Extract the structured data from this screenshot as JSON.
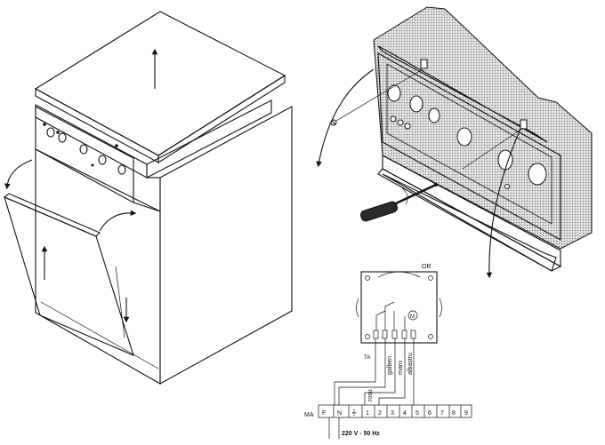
{
  "labels": {
    "or": "OR",
    "ta": "TA",
    "ma": "MA",
    "phase": "F",
    "neutral": "N",
    "earth": "⏚",
    "supply": "220 V - 50 Hz",
    "wire_yellow": "galben",
    "wire_brown": "maro",
    "wire_blue": "albastru",
    "wire_red": "rosu",
    "motor_symbol": "M"
  },
  "terminals": [
    "1",
    "2",
    "3",
    "4",
    "5",
    "6",
    "7",
    "8",
    "9"
  ],
  "colors": {
    "ink": "#111111",
    "shade": "#bdbdbd",
    "paper": "#ffffff"
  }
}
